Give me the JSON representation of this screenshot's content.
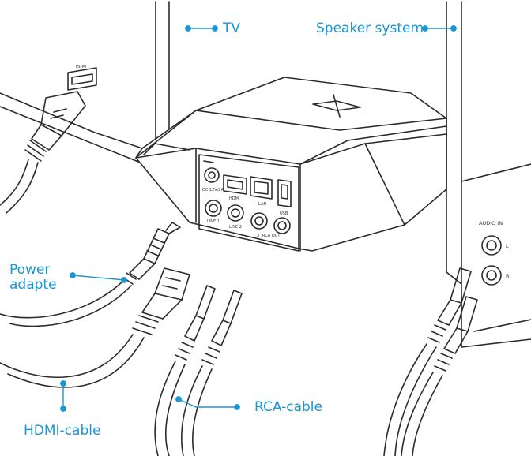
{
  "labels": {
    "tv": "TV",
    "speaker_system": "Speaker system",
    "power_adapter_line1": "Power",
    "power_adapter_line2": "adapte",
    "hdmi_cable": "HDMI-cable",
    "rca_cable": "RCA-cable"
  },
  "device": {
    "hdmi_port_tv": "HDMI",
    "dc_in": "DC 12V/2A",
    "hdmi": "HDMI",
    "lan": "LAN",
    "usb": "USB",
    "line1": "LINE 1",
    "line2": "LINE 2",
    "rca_out": "RCA OUT",
    "rca_out_number": "3"
  },
  "speaker": {
    "audio_in": "AUDIO IN",
    "left": "L",
    "right": "R"
  },
  "colors": {
    "accent": "#1a96d4",
    "line": "#2b2b2b"
  }
}
